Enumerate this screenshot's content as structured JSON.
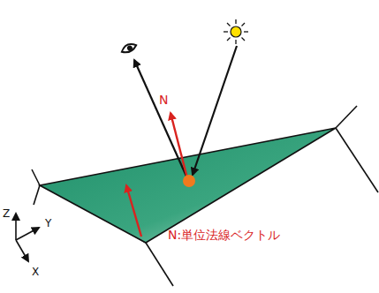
{
  "diagram": {
    "labels": [
      "N",
      "Z",
      "Y",
      "N:単位法線ベクトル",
      "X"
    ]
  }
}
